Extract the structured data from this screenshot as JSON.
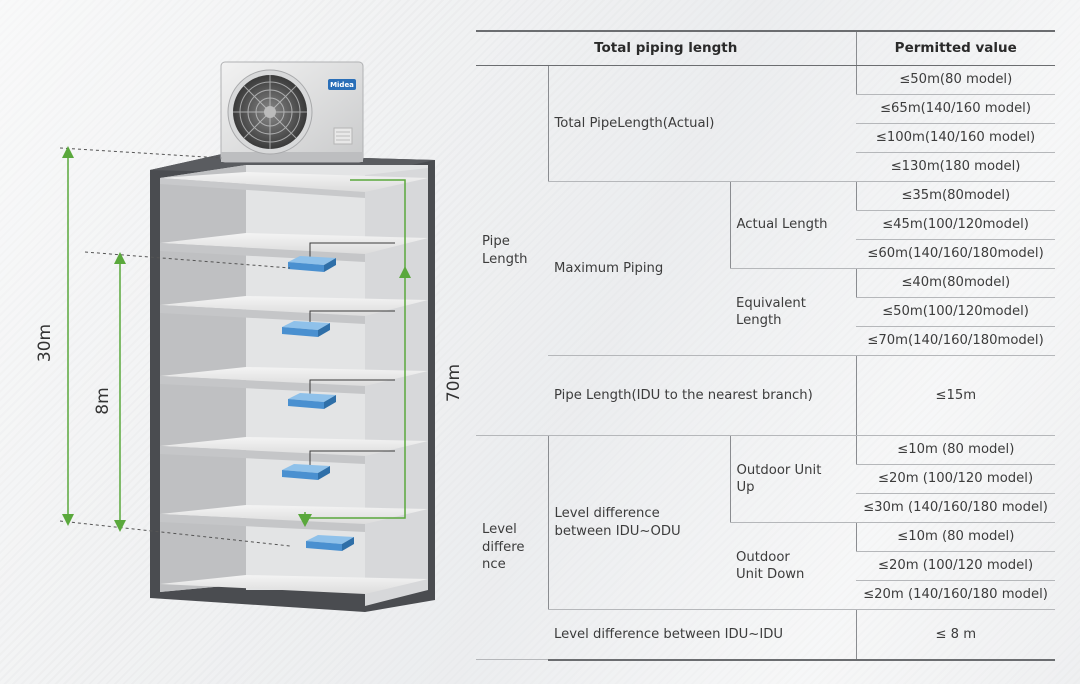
{
  "diagram": {
    "brand": "Midea",
    "dimensions": {
      "overall_height": "30m",
      "idu_difference": "8m",
      "total_length": "70m"
    }
  },
  "table": {
    "header": {
      "item": "Total piping length",
      "value": "Permitted value"
    },
    "pipe_length": {
      "group": [
        "Pipe",
        "Length"
      ],
      "total_actual": {
        "label": "Total PipeLength(Actual)",
        "values": [
          "≤50m(80 model)",
          "≤65m(140/160 model)",
          "≤100m(140/160 model)",
          "≤130m(180 model)"
        ]
      },
      "maximum_piping": {
        "label": "Maximum Piping",
        "actual_length": {
          "label": "Actual Length",
          "values": [
            "≤35m(80model)",
            "≤45m(100/120model)",
            "≤60m(140/160/180model)"
          ]
        },
        "equivalent_length": {
          "label": "Equivalent Length",
          "values": [
            "≤40m(80model)",
            "≤50m(100/120model)",
            "≤70m(140/160/180model)"
          ]
        }
      },
      "nearest_branch": {
        "label": "Pipe Length(IDU to the nearest branch)",
        "value": "≤15m"
      }
    },
    "level_difference": {
      "group": [
        "Level",
        "differe",
        "nce"
      ],
      "idu_odu": {
        "label": [
          "Level difference",
          "between IDU~ODU"
        ],
        "outdoor_up": {
          "label": [
            "Outdoor Unit",
            "Up"
          ],
          "values": [
            "≤10m (80 model)",
            "≤20m (100/120 model)",
            "≤30m (140/160/180 model)"
          ]
        },
        "outdoor_down": {
          "label": [
            "Outdoor",
            "Unit Down"
          ],
          "values": [
            "≤10m (80 model)",
            "≤20m (100/120 model)",
            "≤20m (140/160/180 model)"
          ]
        }
      },
      "idu_idu": {
        "label": "Level difference between IDU~IDU",
        "value": "≤ 8 m"
      }
    }
  },
  "colors": {
    "pipe_green": "#5aa83c",
    "idu_blue": "#4a90d0",
    "building_dark": "#4a4c50",
    "table_rule": "#6b6d70"
  }
}
